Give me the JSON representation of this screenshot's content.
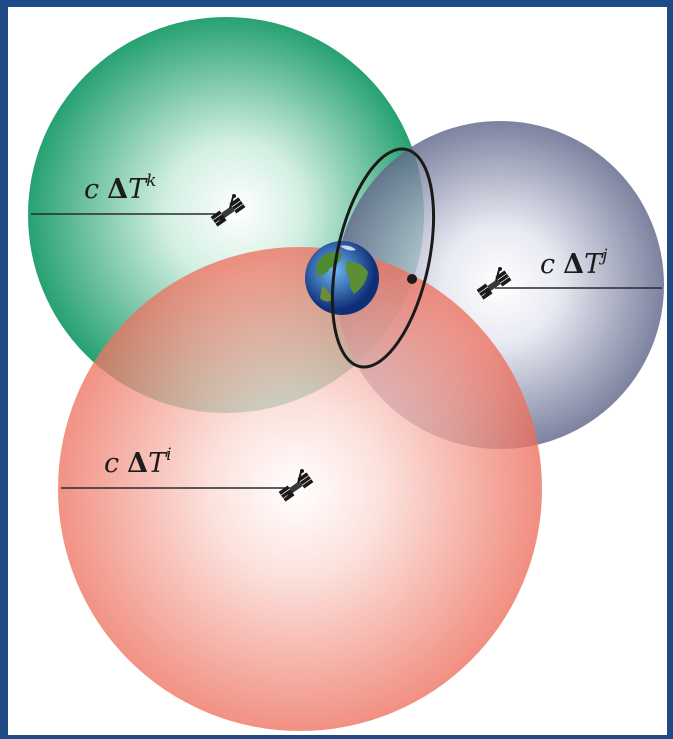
{
  "labels": {
    "k": {
      "c": "c",
      "delta": "Δ",
      "t": "T",
      "sup": "k"
    },
    "j": {
      "c": "c",
      "delta": "Δ",
      "t": "T",
      "sup": "j"
    },
    "i": {
      "c": "c",
      "delta": "Δ",
      "t": "T",
      "sup": "i"
    }
  },
  "colors": {
    "frame": "#1e4a86",
    "sphere_k": "#2aa876",
    "sphere_j": "#6e7396",
    "sphere_i": "#ee7766",
    "orbit": "#1a1a1a"
  },
  "icons": {
    "satellite": "satellite-icon",
    "earth": "earth-icon"
  }
}
